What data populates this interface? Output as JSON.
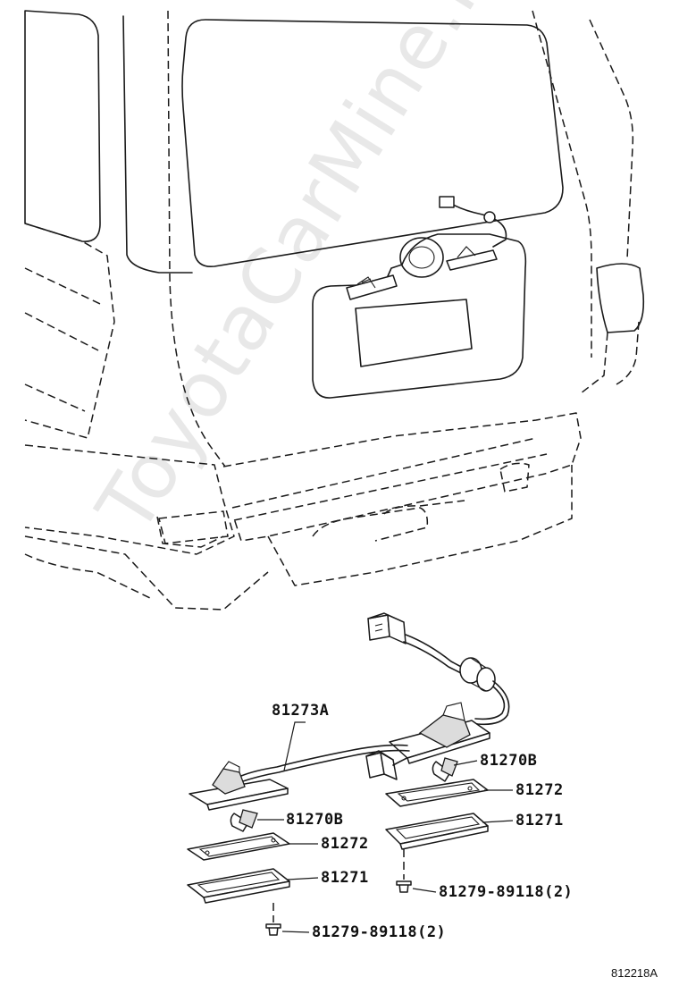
{
  "labels": {
    "harness": "81273A",
    "bulb_right": "81270B",
    "lens_right": "81272",
    "housing_right": "81271",
    "screw_right": "81279-89118(2)",
    "bulb_left": "81270B",
    "lens_left": "81272",
    "housing_left": "81271",
    "screw_left": "81279-89118(2)"
  },
  "diagram_code": "812218A",
  "watermark": "ToyotaCarMine.ru"
}
